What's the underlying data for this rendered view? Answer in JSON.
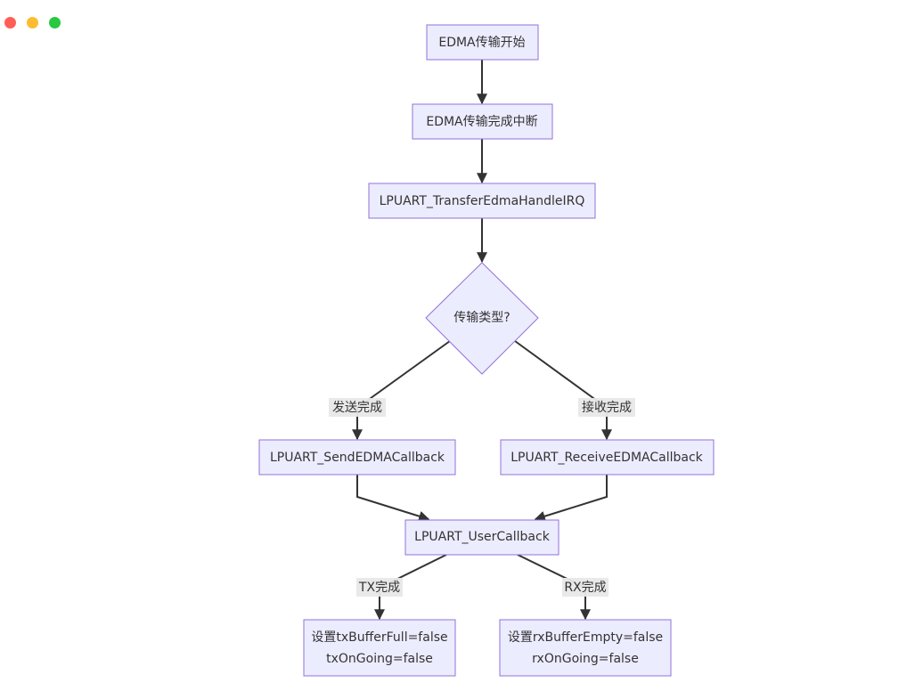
{
  "window": {
    "controls": [
      {
        "name": "close",
        "color": "#FF5F57"
      },
      {
        "name": "minimize",
        "color": "#FEBC2E"
      },
      {
        "name": "zoom",
        "color": "#28C840"
      }
    ]
  },
  "colors": {
    "node_fill": "#ECECFF",
    "node_stroke": "#9370DB",
    "edge": "#333333",
    "label_bg": "#E8E8E8",
    "text": "#333333"
  },
  "flowchart": {
    "nodes": {
      "start": {
        "text": "EDMA传输开始"
      },
      "irq": {
        "text": "EDMA传输完成中断"
      },
      "handler": {
        "text": "LPUART_TransferEdmaHandleIRQ"
      },
      "decision": {
        "text": "传输类型?"
      },
      "send_cb": {
        "text": "LPUART_SendEDMACallback"
      },
      "recv_cb": {
        "text": "LPUART_ReceiveEDMACallback"
      },
      "user_cb": {
        "text": "LPUART_UserCallback"
      },
      "tx_set": {
        "line1": "设置txBufferFull=false",
        "line2": "txOnGoing=false"
      },
      "rx_set": {
        "line1": "设置rxBufferEmpty=false",
        "line2": "rxOnGoing=false"
      }
    },
    "edge_labels": {
      "send_done": "发送完成",
      "recv_done": "接收完成",
      "tx_done": "TX完成",
      "rx_done": "RX完成"
    }
  }
}
